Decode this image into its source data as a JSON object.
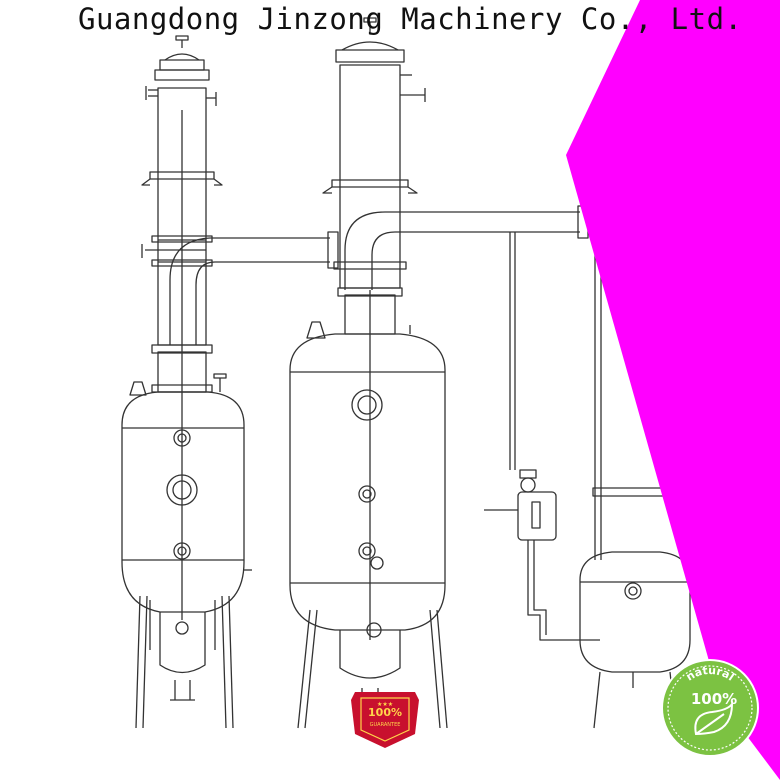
{
  "header": {
    "company": "Guangdong Jinzong Machinery Co., Ltd."
  },
  "badges": {
    "guarantee": {
      "top": "100%",
      "bottom": "GUARANTEE",
      "color": "#c8102e"
    },
    "natural": {
      "arc": "natural",
      "value": "100%",
      "color": "#7cc242"
    }
  },
  "colors": {
    "line": "#333333",
    "banner": "#ff00ff",
    "background": "#ffffff"
  },
  "icons": [
    "manhole-icon",
    "sight-glass-icon",
    "leaf-icon",
    "star-icon"
  ]
}
